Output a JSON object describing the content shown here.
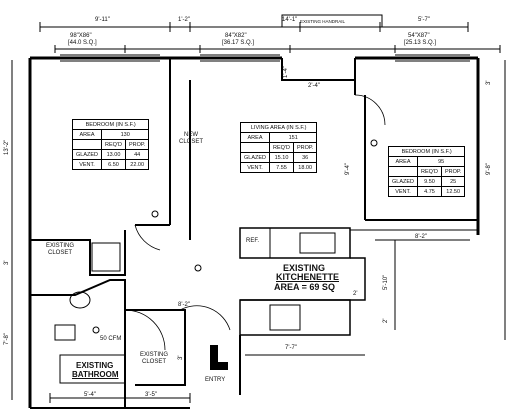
{
  "dimensions": {
    "top_left_width": "9'-11\"",
    "top_mid_width": "1'-2\"",
    "top_hall_width": "14'-1\"",
    "top_right_width": "5'-7\"",
    "left_overall_height": "13'-2\"",
    "left_mid_height": "3'",
    "left_lower_height": "7'-8\"",
    "right_top_height": "3'",
    "right_upper_height": "9'-8\"",
    "right_lower_height": "5'-10\"",
    "right_small_height": "2'",
    "window_1": "98\"X86\"",
    "window_1_area": "[44.0 S.Q.]",
    "window_2": "84\"X82\"",
    "window_2_area": "[36.17 S.Q.]",
    "window_3": "54\"X87\"",
    "window_3_area": "[25.13 S.Q.]",
    "door_2_4": "2'-4\"",
    "small_1_4": "1'-4\"",
    "living_9_4": "9'-4\"",
    "kitchen_8_2": "8'-2\"",
    "kitchen_2": "2'",
    "hall_8_2": "8'-2\"",
    "kitchen_7_7": "7'-7\"",
    "bottom_5_4": "5'-4\"",
    "bottom_3_5": "3'-5\"",
    "entry_3": "3'"
  },
  "labels": {
    "existing_handrail": "EXISTING HANDRAIL",
    "new_closet": "NEW CLOSET",
    "existing_closet_left": "EXISTING CLOSET",
    "existing_closet_bottom": "EXISTING CLOSET",
    "kitchenette_line1": "EXISTING",
    "kitchenette_line2": "KITCHENETTE",
    "kitchenette_line3": "AREA = 69 SQ",
    "bathroom_line1": "EXISTING",
    "bathroom_line2": "BATHROOM",
    "fan": "50 CFM",
    "ref": "REF.",
    "entry": "ENTRY"
  },
  "tables": {
    "bedroom1": {
      "title": "BEDROOM (IN S.F.)",
      "area_label": "AREA",
      "area_value": "130",
      "col_reqd": "REQ'D",
      "col_prop": "PROP.",
      "glazed_label": "GLAZED",
      "glazed_reqd": "13.00",
      "glazed_prop": "44",
      "vent_label": "VENT.",
      "vent_reqd": "6.50",
      "vent_prop": "22.00"
    },
    "living": {
      "title": "LIVING AREA (IN S.F.)",
      "area_label": "AREA",
      "area_value": "151",
      "col_reqd": "REQ'D",
      "col_prop": "PROP.",
      "glazed_label": "GLAZED",
      "glazed_reqd": "15.10",
      "glazed_prop": "36",
      "vent_label": "VENT.",
      "vent_reqd": "7.55",
      "vent_prop": "18.00"
    },
    "bedroom2": {
      "title": "BEDROOM (IN S.F.)",
      "area_label": "AREA",
      "area_value": "95",
      "col_reqd": "REQ'D",
      "col_prop": "PROP.",
      "glazed_label": "GLAZED",
      "glazed_reqd": "9.50",
      "glazed_prop": "25",
      "vent_label": "VENT.",
      "vent_reqd": "4.75",
      "vent_prop": "12.50"
    }
  }
}
